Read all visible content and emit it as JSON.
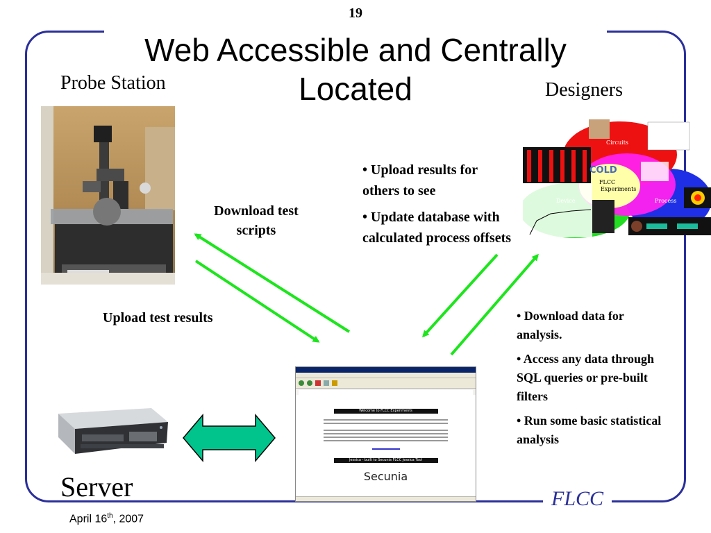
{
  "slide": {
    "page_number": "19",
    "title": "Web Accessible and Centrally Located",
    "footer_date_main": "April 16",
    "footer_date_sup": "th",
    "footer_date_year": ", 2007",
    "logo": "FLCC"
  },
  "labels": {
    "probe_station": "Probe Station",
    "designers": "Designers",
    "server": "Server",
    "download_scripts_line1": "Download test",
    "download_scripts_line2": "scripts",
    "upload_results": "Upload test results"
  },
  "designer_bullets": [
    "• Upload results for others to see",
    "• Update database with calculated process offsets"
  ],
  "analysis_bullets": [
    "• Download data for analysis.",
    "• Access any data through SQL queries or pre-built filters",
    "• Run some basic statistical analysis"
  ],
  "diagram": {
    "circuits": "Circuits",
    "device": "Device",
    "process": "Process",
    "center_line1": "FLCC",
    "center_line2": "Experiments",
    "cold": "COLD"
  },
  "browser": {
    "header_bar": "Welcome to FLCC Experiments",
    "footer_bar": "Jessica - built to Secunia FLCC Jessica Tool",
    "brand": "Secunia"
  },
  "colors": {
    "frame": "#2a2f9a",
    "arrow_green": "#1de51d",
    "double_arrow": "#00c48c"
  }
}
